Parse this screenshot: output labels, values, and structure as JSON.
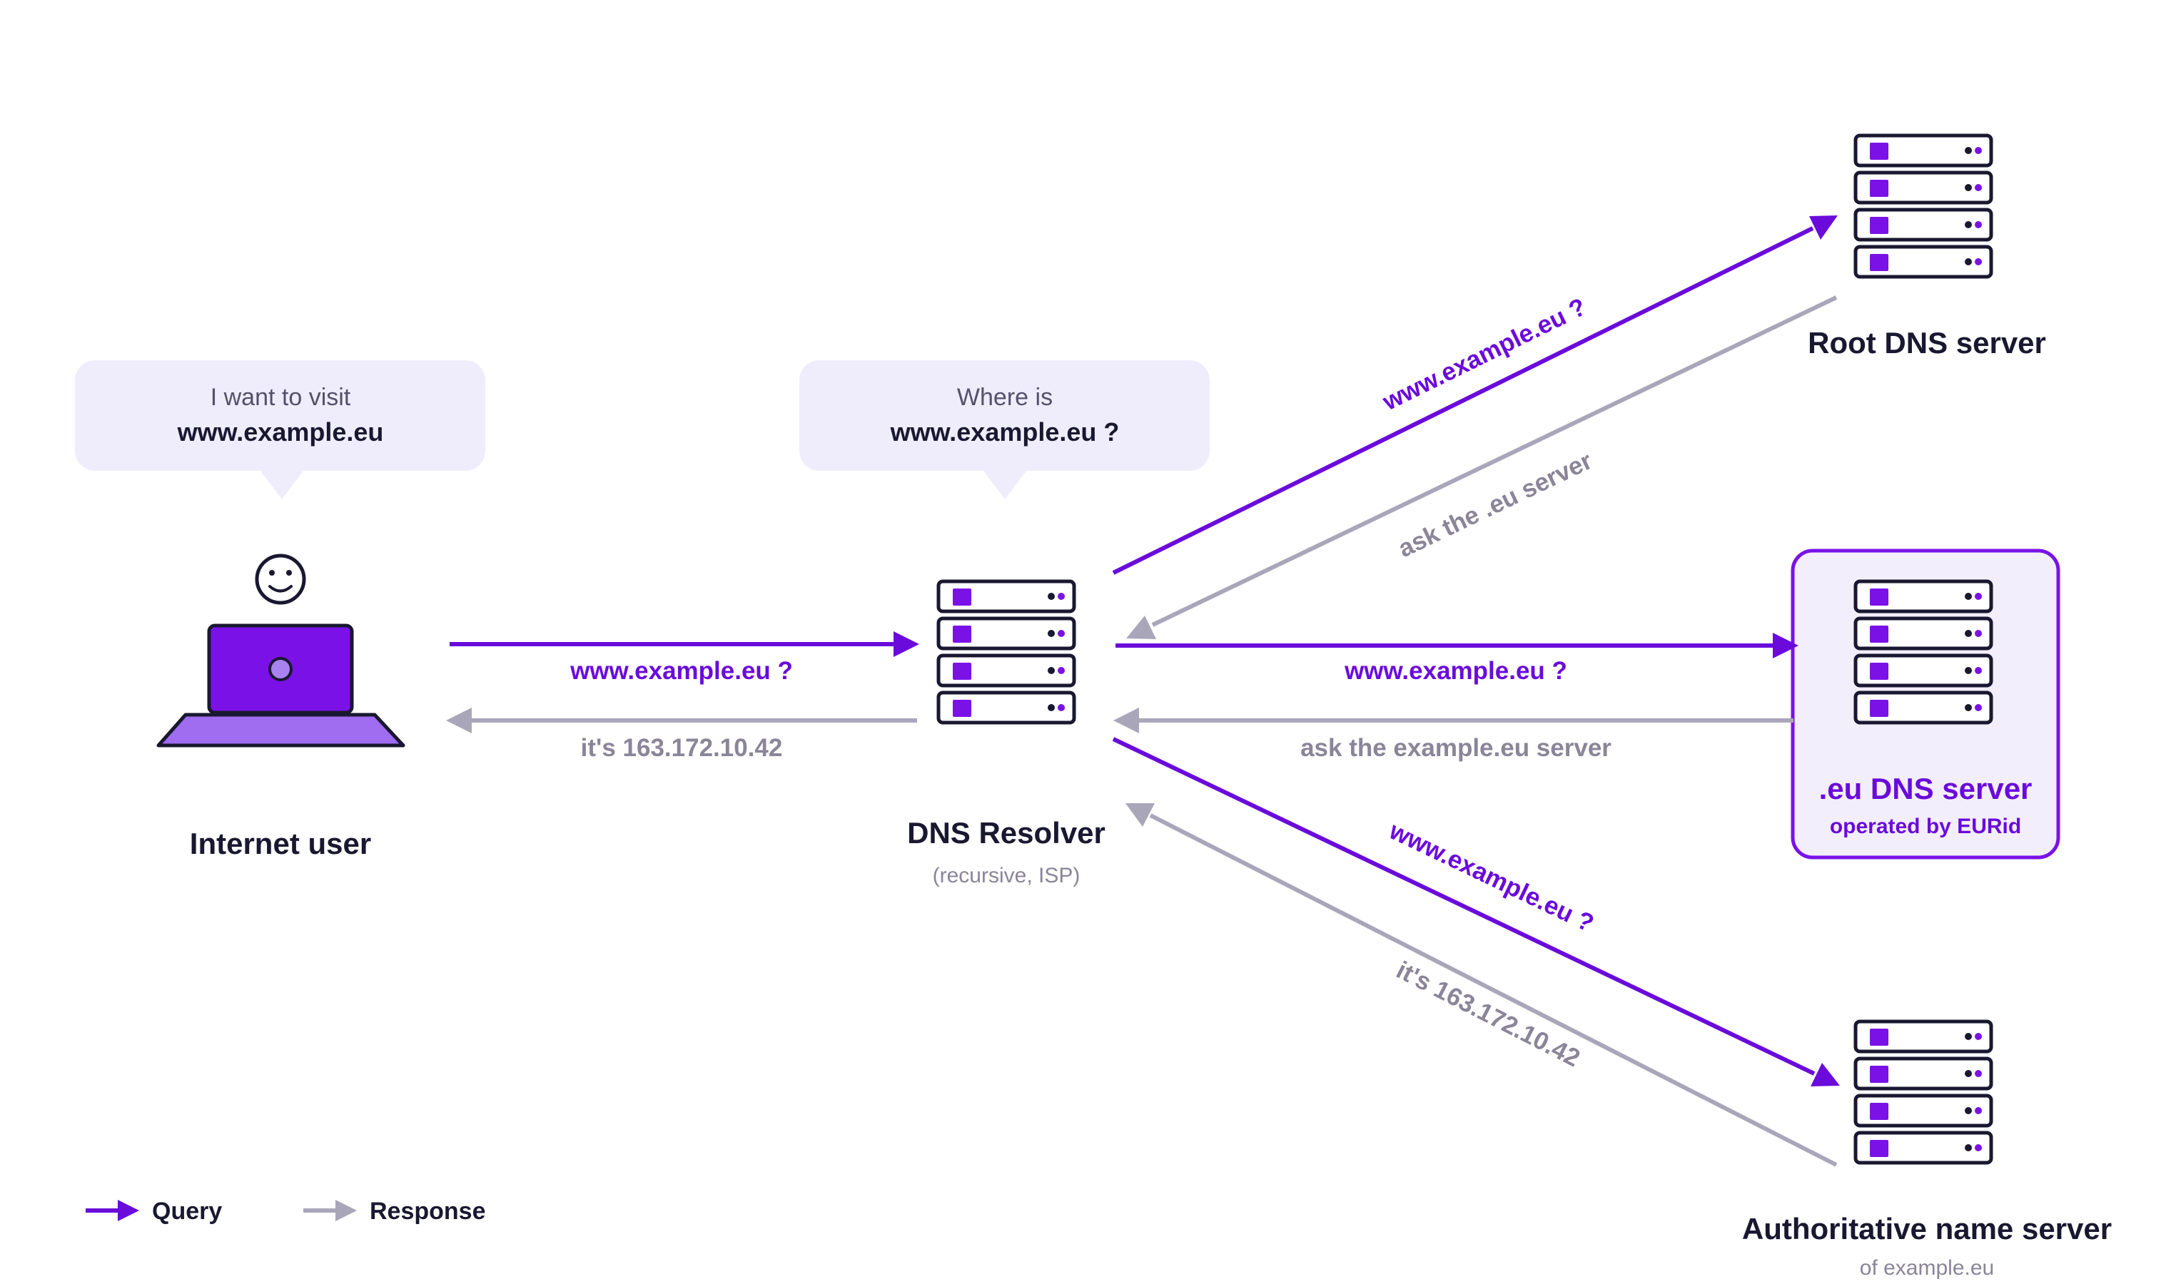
{
  "bubbles": {
    "user": {
      "line1": "I want to visit",
      "line2": "www.example.eu"
    },
    "resolver": {
      "line1": "Where is",
      "line2": "www.example.eu ?"
    }
  },
  "nodes": {
    "user": {
      "title": "Internet user"
    },
    "resolver": {
      "title": "DNS Resolver",
      "subtitle": "(recursive, ISP)"
    },
    "root": {
      "title": "Root DNS server"
    },
    "eu": {
      "title": ".eu DNS server",
      "subtitle": "operated by EURid"
    },
    "auth": {
      "title": "Authoritative name server",
      "subtitle": "of example.eu"
    }
  },
  "arrows": {
    "user_query": "www.example.eu ?",
    "user_response": "it's 163.172.10.42",
    "root_query": "www.example.eu ?",
    "root_response": "ask the .eu server",
    "eu_query": "www.example.eu ?",
    "eu_response": "ask the example.eu server",
    "auth_query": "www.example.eu ?",
    "auth_response": "it's 163.172.10.42"
  },
  "legend": {
    "query": "Query",
    "response": "Response"
  },
  "colors": {
    "query": "#6a0bdb",
    "response": "#aaa6ba",
    "bubble": "#efedfc",
    "highlight_box": "#f3eefc",
    "dark": "#1a1830"
  }
}
